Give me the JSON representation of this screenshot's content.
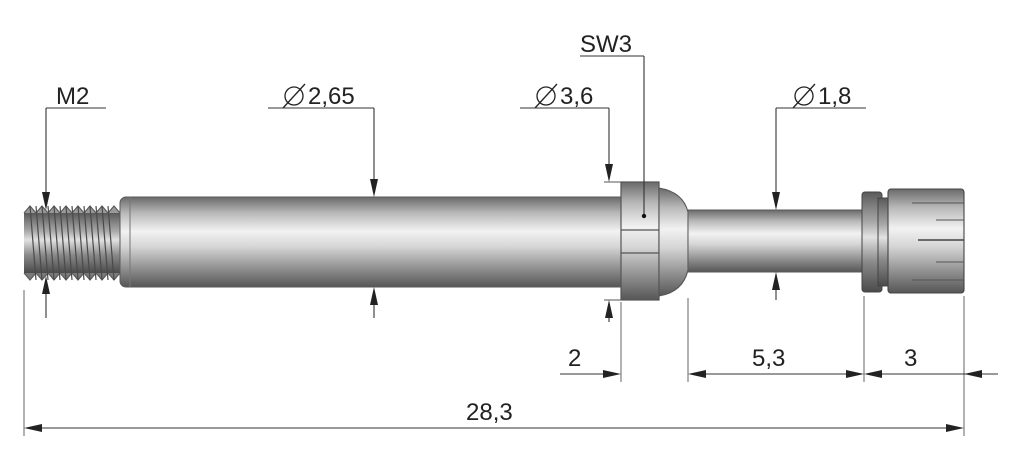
{
  "labels": {
    "thread": "M2",
    "diameter_shaft": "2,65",
    "diameter_collar": "3,6",
    "wrench_size": "SW3",
    "diameter_neck": "1,8",
    "len_hex": "2",
    "len_neck": "5,3",
    "len_head": "3",
    "len_total": "28,3"
  },
  "symbols": {
    "diameter": "diameter-symbol"
  }
}
